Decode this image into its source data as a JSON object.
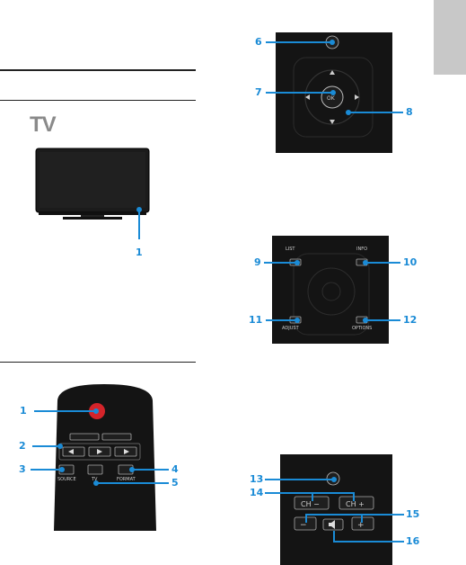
{
  "page": {
    "tv_heading": "TV"
  },
  "tv_figure": {
    "callouts": [
      "1"
    ]
  },
  "remote_power": {
    "callouts": [
      "1",
      "2",
      "3",
      "4",
      "5"
    ],
    "labels": {
      "source": "SOURCE",
      "tv": "TV",
      "format": "FORMAT"
    }
  },
  "remote_nav": {
    "callouts": [
      "6",
      "7",
      "8"
    ],
    "ok_label": "OK"
  },
  "remote_color": {
    "callouts": [
      "9",
      "10",
      "11",
      "12"
    ],
    "labels": {
      "list": "LIST",
      "info": "INFO",
      "adjust": "ADJUST",
      "options": "OPTIONS"
    }
  },
  "remote_volume": {
    "callouts": [
      "13",
      "14",
      "15",
      "16"
    ],
    "labels": {
      "ch_minus": "CH −",
      "ch_plus": "CH +",
      "vol_minus": "−",
      "vol_plus": "+"
    }
  },
  "colors": {
    "accent": "#1a8bd6",
    "tab": "#c8c8c8",
    "remote_body": "#141414",
    "power_button": "#d4242a"
  }
}
